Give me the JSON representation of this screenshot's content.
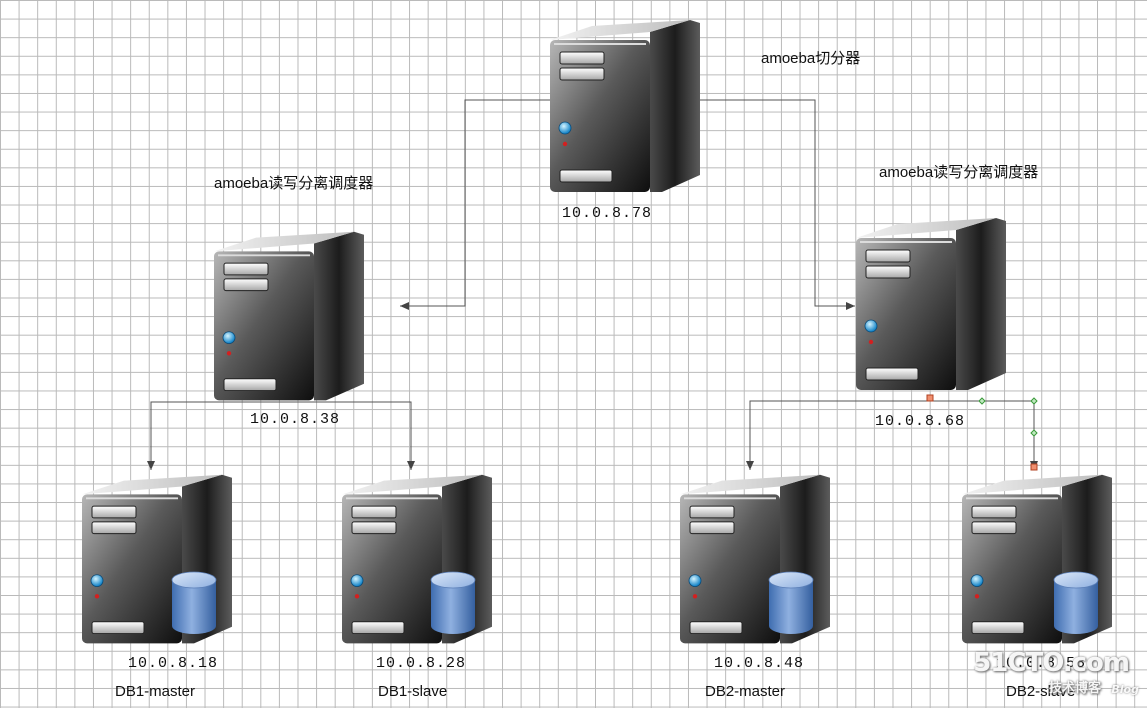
{
  "nodes": {
    "splitter": {
      "title": "amoeba切分器",
      "ip": "10.0.8.78"
    },
    "rw_left": {
      "title": "amoeba读写分离调度器",
      "ip": "10.0.8.38"
    },
    "rw_right": {
      "title": "amoeba读写分离调度器",
      "ip": "10.0.8.68"
    },
    "db1_master": {
      "ip": "10.0.8.18",
      "name": "DB1-master"
    },
    "db1_slave": {
      "ip": "10.0.8.28",
      "name": "DB1-slave"
    },
    "db2_master": {
      "ip": "10.0.8.48",
      "name": "DB2-master"
    },
    "db2_slave": {
      "ip": "10.0.8.58",
      "name": "DB2-slave"
    }
  },
  "watermark": {
    "main": "51CTO.com",
    "sub": "技术博客",
    "blog": "Blog"
  },
  "colors": {
    "connector": "#555555",
    "grid": "#b9b9b9",
    "selection_handle": "#e06040",
    "green_handle": "#3a9a3a",
    "database": "#5a86c6"
  }
}
